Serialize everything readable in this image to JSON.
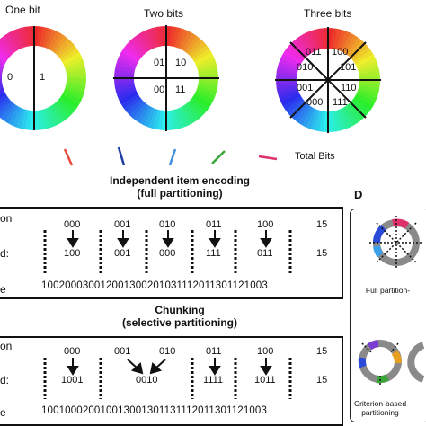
{
  "wheels": [
    {
      "title": "One bit",
      "codes": [
        "0",
        "1"
      ]
    },
    {
      "title": "Two bits",
      "codes": [
        "01",
        "10",
        "00",
        "11"
      ]
    },
    {
      "title": "Three bits",
      "codes": [
        "011",
        "100",
        "010",
        "101",
        "001",
        "110",
        "000",
        "111"
      ]
    }
  ],
  "legend": {
    "total_label": "Total Bits",
    "colors": [
      "#e84a3c",
      "#1f3fa0",
      "#3f8fe0",
      "#3aa63a",
      "#e0306a"
    ]
  },
  "panel_b": {
    "title_line1": "Independent item encoding",
    "title_line2": "(full partitioning)",
    "row_labels": [
      "on",
      "d:",
      "e"
    ],
    "top_codes": [
      "000",
      "001",
      "010",
      "011",
      "100"
    ],
    "bottom_codes": [
      "100",
      "001",
      "000",
      "111",
      "011"
    ],
    "bit_count": "15",
    "bit_count_2": "15",
    "sequence": "100200030012001300201031112011301121003"
  },
  "panel_c": {
    "title_line1": "Chunking",
    "title_line2": "(selective partitioning)",
    "row_labels": [
      "on",
      "d:",
      "e"
    ],
    "top_codes": [
      "000",
      "001",
      "010",
      "011",
      "100"
    ],
    "bottom_codes": [
      "1001",
      "0010",
      "1111",
      "1011"
    ],
    "bit_count": "15",
    "bit_count_2": "15",
    "sequence": "100100020010013001301131112011301121003"
  },
  "panel_d": {
    "letter": "D",
    "full_label": "Full partition-",
    "criterion_label_line1": "Criterion-based",
    "criterion_label_line2": "partitioning"
  }
}
